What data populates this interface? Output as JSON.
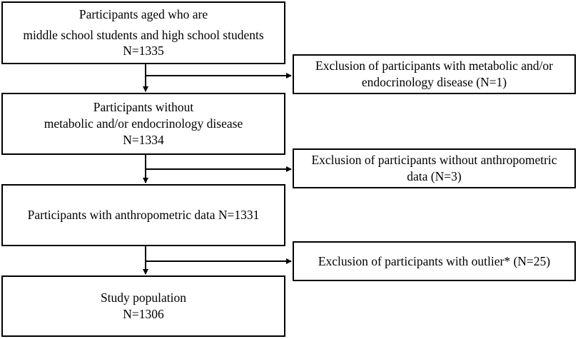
{
  "diagram": {
    "main_boxes": [
      {
        "lines": [
          "Participants aged who are",
          "middle school students and high school students",
          "N=1335"
        ]
      },
      {
        "lines": [
          "Participants without",
          "metabolic and/or endocrinology disease",
          "N=1334"
        ]
      },
      {
        "lines": [
          "Participants with anthropometric data N=1331"
        ]
      },
      {
        "lines": [
          "Study population",
          "N=1306"
        ]
      }
    ],
    "exclusion_boxes": [
      {
        "lines": [
          "Exclusion of participants with metabolic and/or",
          "endocrinology disease (N=1)"
        ]
      },
      {
        "lines": [
          "Exclusion of participants without anthropometric",
          "data (N=3)"
        ]
      },
      {
        "lines": [
          "Exclusion of participants with outlier* (N=25)"
        ]
      }
    ]
  }
}
